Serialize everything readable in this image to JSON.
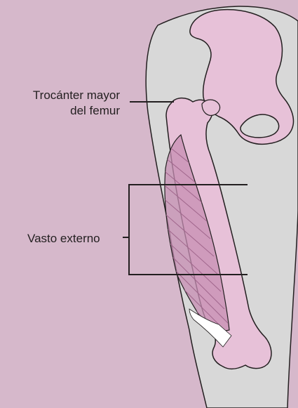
{
  "labels": {
    "trochanter_line1": "Trocánter mayor",
    "trochanter_line2": "del femur",
    "vastus": "Vasto externo"
  },
  "colors": {
    "background": "#d6b8cb",
    "thigh": "#d8d8d8",
    "bone_fill": "#e7c1d8",
    "bone_stroke": "#231f20",
    "muscle_fill": "#c78db3",
    "muscle_lines": "#a0668c",
    "tendon": "#ffffff",
    "leader_lines": "#231f20"
  }
}
